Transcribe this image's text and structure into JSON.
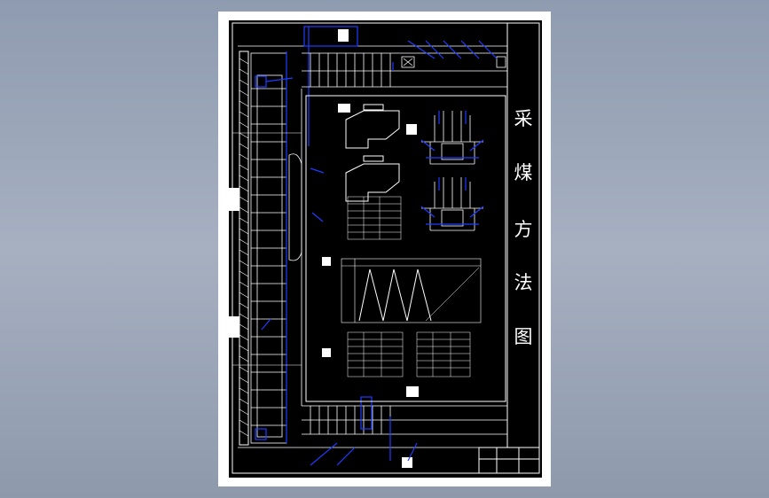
{
  "drawing": {
    "title_chars": [
      "采",
      "煤",
      "方",
      "法",
      "图"
    ],
    "colors": {
      "background": "#000000",
      "line": "#ffffff",
      "annotation": "#1f3cff",
      "sheet": "#ffffff"
    }
  }
}
